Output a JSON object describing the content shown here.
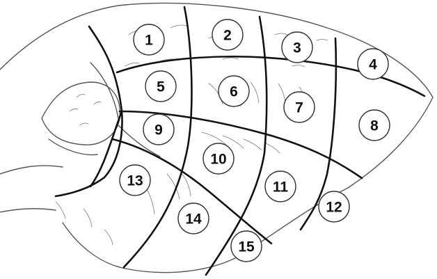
{
  "diagram": {
    "regions": [
      {
        "label": "1"
      },
      {
        "label": "2"
      },
      {
        "label": "3"
      },
      {
        "label": "4"
      },
      {
        "label": "5"
      },
      {
        "label": "6"
      },
      {
        "label": "7"
      },
      {
        "label": "8"
      },
      {
        "label": "9"
      },
      {
        "label": "10"
      },
      {
        "label": "11"
      },
      {
        "label": "12"
      },
      {
        "label": "13"
      },
      {
        "label": "14"
      },
      {
        "label": "15"
      }
    ]
  },
  "colors": {
    "line": "#111111",
    "sketch": "#555555",
    "marker_fill": "#ffffff"
  }
}
